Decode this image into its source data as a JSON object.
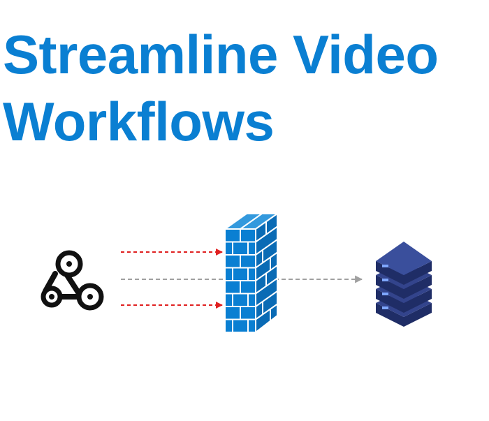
{
  "headline": {
    "line1": "Streamline Video",
    "line2": "Workflows",
    "color": "#0a7fd2"
  },
  "diagram": {
    "source": {
      "icon": "webhook-icon"
    },
    "barrier": {
      "icon": "firewall-icon",
      "color": "#0a7fd2"
    },
    "destination": {
      "icon": "server-stack-icon",
      "color": "#2e3f82"
    },
    "flows": [
      {
        "kind": "blocked",
        "color": "#e02020"
      },
      {
        "kind": "allowed",
        "color": "#a0a0a0"
      },
      {
        "kind": "blocked",
        "color": "#e02020"
      }
    ]
  }
}
